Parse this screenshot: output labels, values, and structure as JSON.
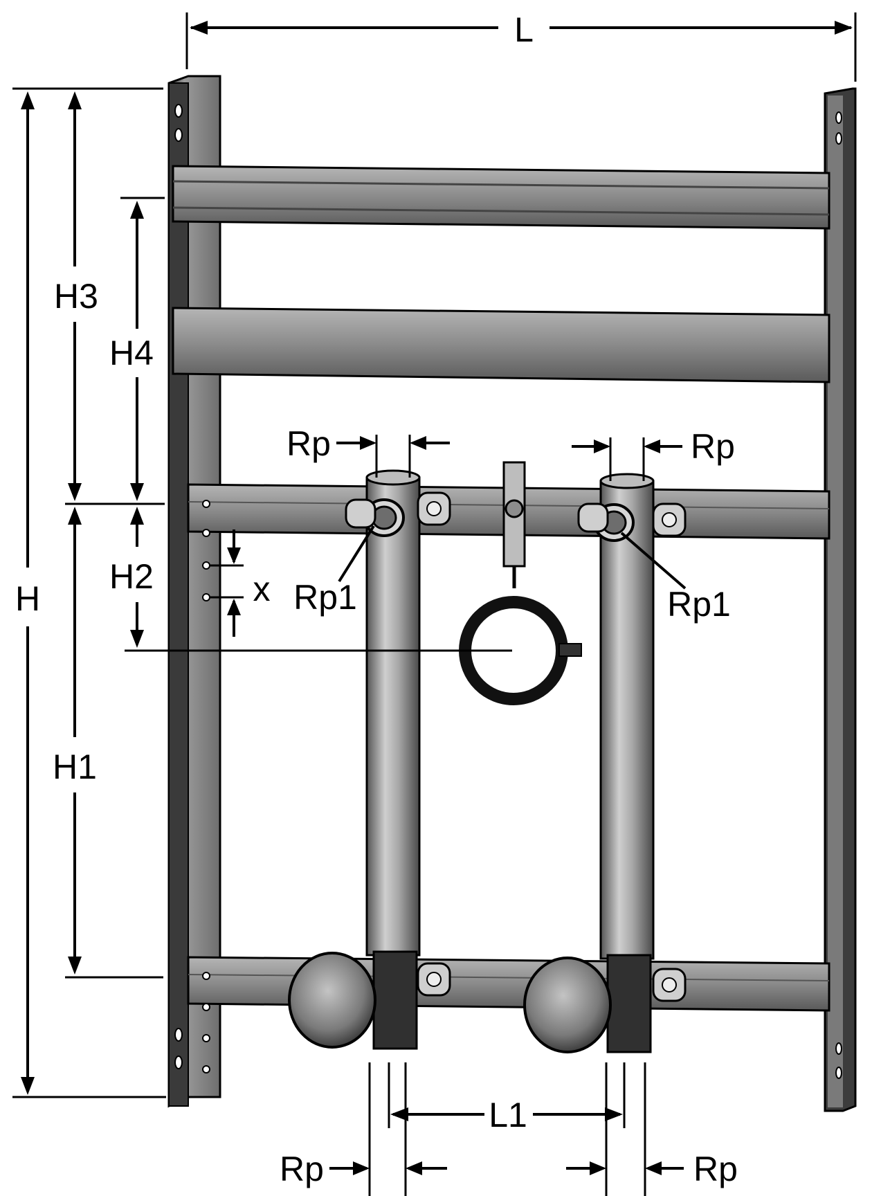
{
  "diagram": {
    "dimensions": {
      "L": "L",
      "L1": "L1",
      "H": "H",
      "H1": "H1",
      "H2": "H2",
      "H3": "H3",
      "H4": "H4",
      "x": "x"
    },
    "threads": {
      "rp_top_left": "Rp",
      "rp_top_right": "Rp",
      "rp1_left": "Rp1",
      "rp1_right": "Rp1",
      "rp_bottom_left": "Rp",
      "rp_bottom_right": "Rp"
    },
    "colors": {
      "frame_metal": "#8e8e8e",
      "frame_dark": "#3c3c3c",
      "pipe": "#9a9a9a",
      "valve": "#7d7d7d",
      "clamp": "#111111",
      "line": "#000000"
    }
  }
}
